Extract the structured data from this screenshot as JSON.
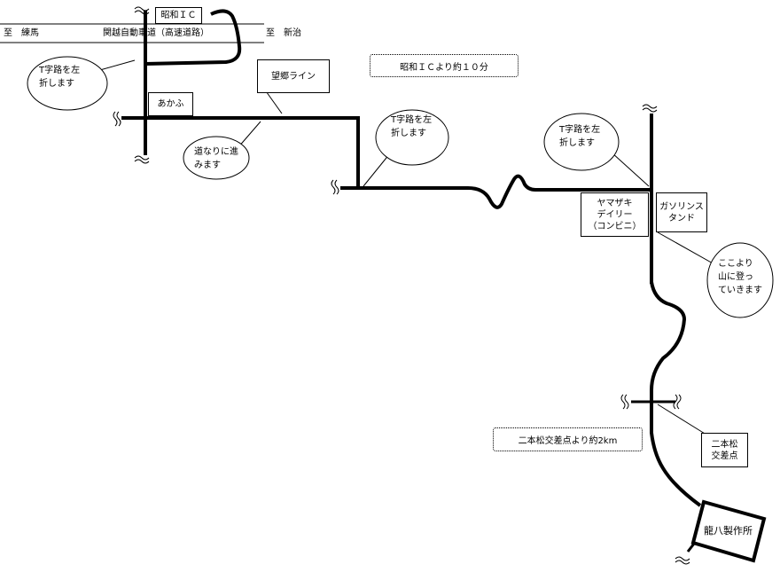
{
  "highway": {
    "label": "関越自動車道（高速道路）",
    "left_dest": "至　練馬",
    "right_dest": "至　新治"
  },
  "labels": {
    "showa_ic": "昭和ＩＣ",
    "akafu": "あかふ",
    "bogo_line": "望郷ライン",
    "yamazaki": "ヤマザキ\nデイリー\n（コンビニ）",
    "gas_station": "ガソリンス\nタンド",
    "nihonmatsu": "二本松\n交差点",
    "destination": "龍八製作所"
  },
  "notes": {
    "time_from_ic": "昭和ＩＣより約１０分",
    "dist_from_nihonmatsu": "二本松交差点より約2km"
  },
  "bubbles": {
    "t_left_1": "T字路を左\n折します",
    "straight": "道なりに進\nみます",
    "t_left_2": "T字路を左\n折します",
    "t_left_3": "T字路を左\n折します",
    "mountain": "ここより\n山に登っ\nていきます"
  },
  "colors": {
    "road": "#000000",
    "background": "#ffffff"
  }
}
